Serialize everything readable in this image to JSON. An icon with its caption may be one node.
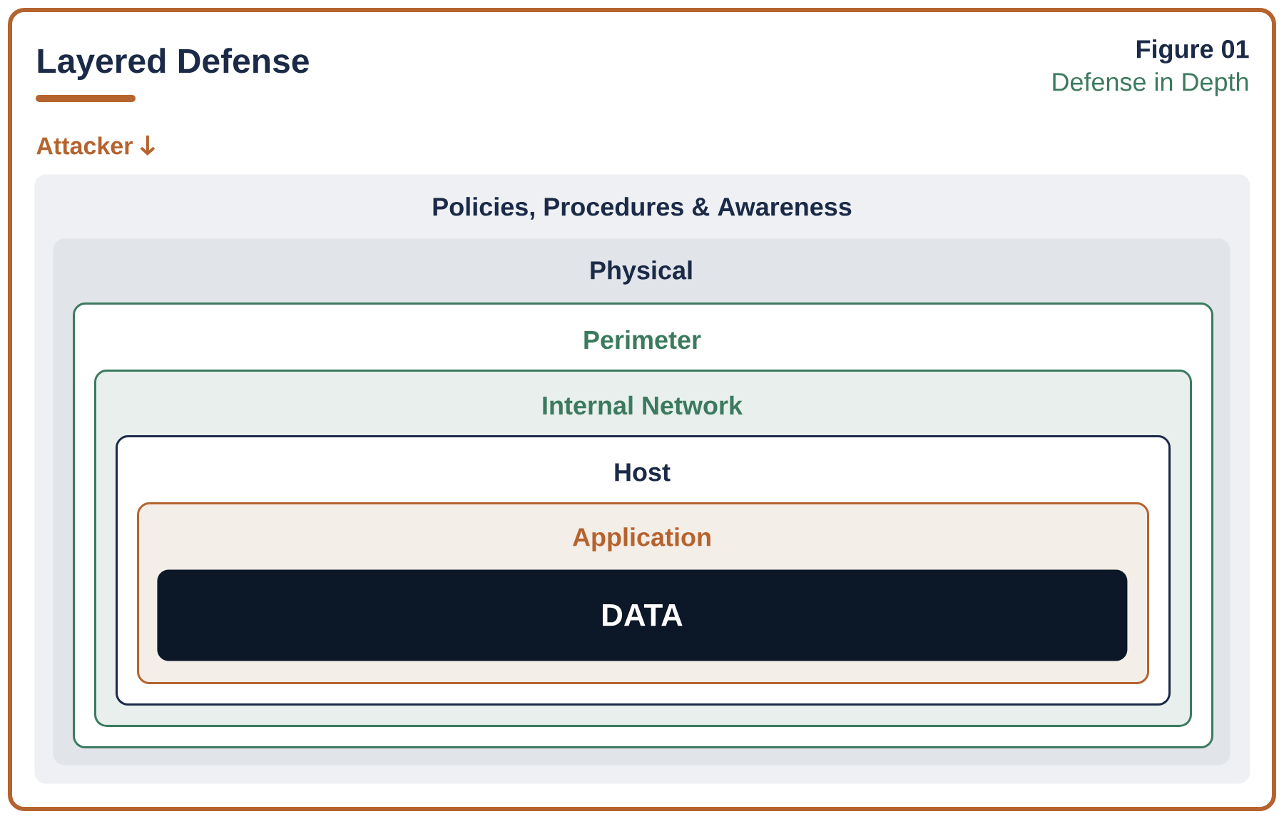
{
  "diagram": {
    "title": "Layered Defense",
    "nodes": [
      {
        "text": [
          "Policies, Procedures & Awareness"
        ]
      },
      {
        "text": [
          "Physical"
        ],
        "in": 0
      },
      {
        "text": [
          "Perimeter"
        ],
        "in": 1
      },
      {
        "text": [
          "Internal Network"
        ],
        "in": 2
      },
      {
        "text": [
          "Host"
        ],
        "in": 3
      },
      {
        "text": [
          "Application"
        ],
        "in": 4
      },
      {
        "text": [
          "DATA"
        ],
        "in": 5
      }
    ],
    "labels": [
      "Figure 01",
      "Defense in Depth",
      "Attacker"
    ]
  }
}
